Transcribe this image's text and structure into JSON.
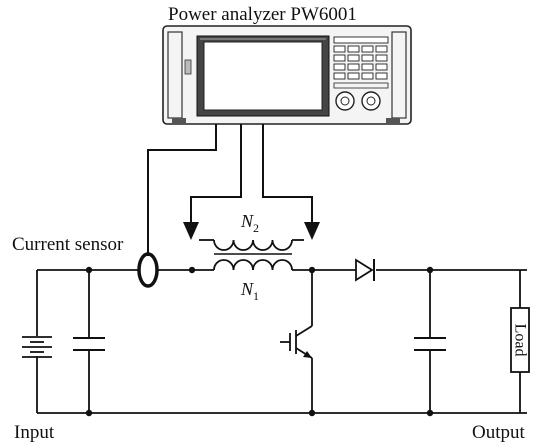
{
  "diagram": {
    "analyzer_label": "Power analyzer PW6001",
    "current_sensor_label": "Current sensor",
    "winding_secondary": {
      "letter": "N",
      "subscript": "2"
    },
    "winding_primary": {
      "letter": "N",
      "subscript": "1"
    },
    "load_label": "Load",
    "input_label": "Input",
    "output_label": "Output"
  }
}
